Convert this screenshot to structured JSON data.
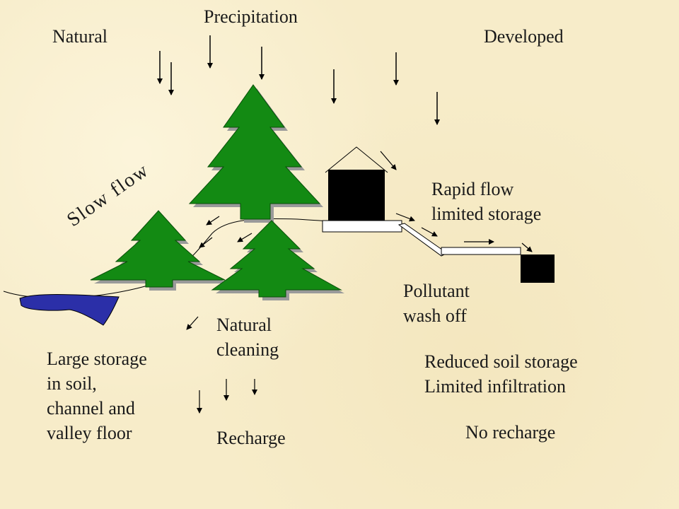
{
  "labels": {
    "precipitation": "Precipitation",
    "natural": "Natural",
    "developed": "Developed",
    "slow_flow": "Slow flow",
    "rapid_flow": [
      "Rapid flow",
      "limited storage"
    ],
    "pollutant": [
      "Pollutant",
      "wash off"
    ],
    "natural_cleaning": [
      "Natural",
      "cleaning"
    ],
    "large_storage": [
      "Large storage",
      "in soil,",
      "channel and",
      "valley floor"
    ],
    "recharge": "Recharge",
    "reduced": [
      "Reduced soil storage",
      "Limited infiltration"
    ],
    "no_recharge": "No recharge"
  },
  "colors": {
    "tree": "#138a13",
    "tree_shadow": "#9a9a9a",
    "water": "#2b2fa8",
    "building": "#000000",
    "arrow": "#000000"
  }
}
